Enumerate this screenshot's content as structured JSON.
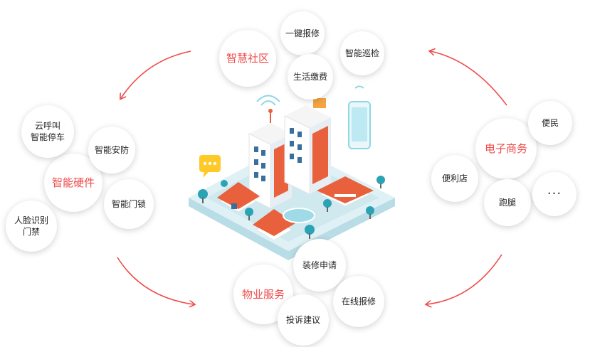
{
  "hubs": {
    "community": "智慧社区",
    "hardware": "智能硬件",
    "ecommerce": "电子商务",
    "property": "物业服务"
  },
  "items": {
    "one_key_repair": "一键报修",
    "smart_patrol": "智能巡检",
    "life_payment": "生活缴费",
    "cloud_call_parking": "云呼叫\n智能停车",
    "smart_security": "智能安防",
    "smart_lock": "智能门锁",
    "face_access": "人脸识别\n门禁",
    "convenience": "便民",
    "convenience_store": "便利店",
    "errand": "跑腿",
    "more": "···",
    "renovation_request": "装修申请",
    "online_repair": "在线报修",
    "complaint": "投诉建议"
  },
  "colors": {
    "accent": "#f04a4a",
    "arrow": "#f04a4a",
    "teal": "#3fc4d4",
    "roof": "#e8603c",
    "building": "#ffffff",
    "window": "#3a6e9c"
  },
  "icons": [
    "wifi-icon",
    "chat-bubble-icon",
    "smartphone-icon",
    "fountain-icon"
  ]
}
